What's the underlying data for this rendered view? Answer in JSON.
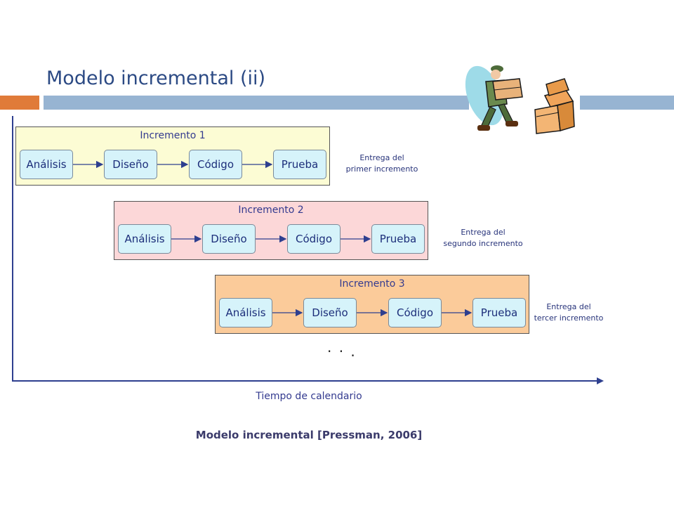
{
  "slide": {
    "title": "Modelo incremental (ii)",
    "caption": "Modelo incremental [Pressman, 2006]"
  },
  "diagram": {
    "axis_label": "Tiempo de calendario",
    "ellipsis": "· · .",
    "increments": [
      {
        "title": "Incremento 1",
        "color": "#fcfcd4",
        "steps": [
          "Análisis",
          "Diseño",
          "Código",
          "Prueba"
        ],
        "delivery_line1": "Entrega del",
        "delivery_line2": "primer incremento"
      },
      {
        "title": "Incremento 2",
        "color": "#fcd7d8",
        "steps": [
          "Análisis",
          "Diseño",
          "Código",
          "Prueba"
        ],
        "delivery_line1": "Entrega del",
        "delivery_line2": "segundo incremento"
      },
      {
        "title": "Incremento 3",
        "color": "#fbcb9a",
        "steps": [
          "Análisis",
          "Diseño",
          "Código",
          "Prueba"
        ],
        "delivery_line1": "Entrega del",
        "delivery_line2": "tercer incremento"
      }
    ]
  },
  "icons": [
    "delivery-man-clipart",
    "boxes-clipart"
  ]
}
